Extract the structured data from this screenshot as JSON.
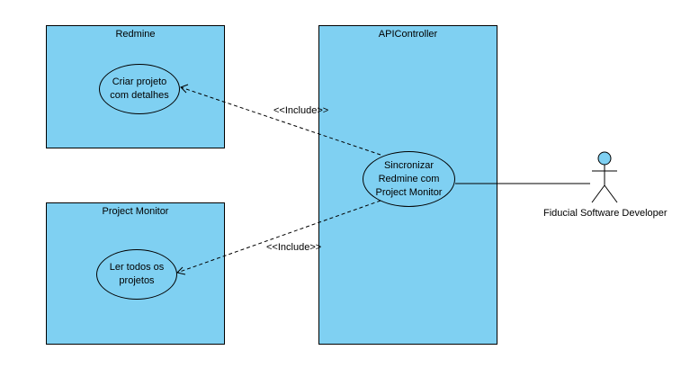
{
  "systems": {
    "redmine": {
      "title": "Redmine"
    },
    "project_monitor": {
      "title": "Project Monitor"
    },
    "api_controller": {
      "title": "APIController"
    }
  },
  "use_cases": {
    "criar_projeto": "Criar projeto\ncom detalhes",
    "ler_projetos": "Ler todos os\nprojetos",
    "sincronizar": "Sincronizar\nRedmine com\nProject Monitor"
  },
  "relationships": {
    "include_top": "<<Include>>",
    "include_bottom": "<<Include>>"
  },
  "actor": {
    "name": "Fiducial Software Developer"
  },
  "colors": {
    "fill": "#7fd0f2",
    "stroke": "#000000"
  }
}
